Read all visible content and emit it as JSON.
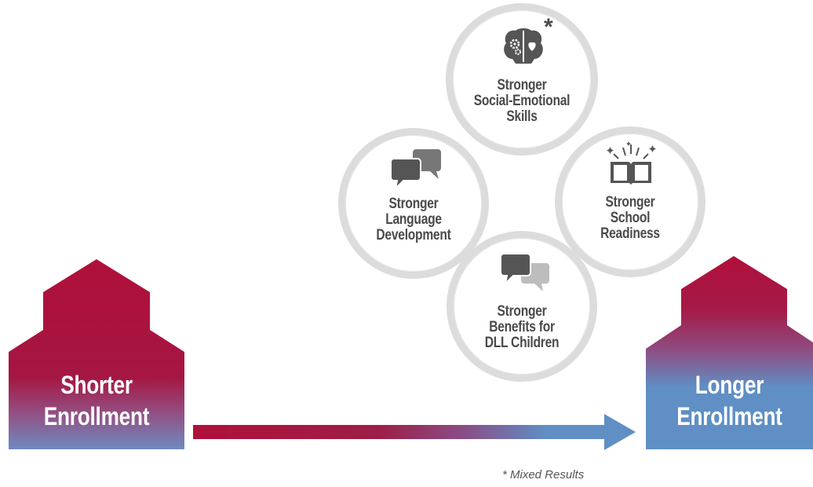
{
  "houses": {
    "left": {
      "line1": "Shorter",
      "line2": "Enrollment"
    },
    "right": {
      "line1": "Longer",
      "line2": "Enrollment"
    }
  },
  "circles": {
    "top": {
      "lines": [
        "Stronger",
        "Social-Emotional",
        "Skills"
      ],
      "icon": "brain-gears-heart-icon"
    },
    "left": {
      "lines": [
        "Stronger",
        "Language",
        "Development"
      ],
      "icon": "speech-bubbles-icon"
    },
    "right": {
      "lines": [
        "Stronger",
        "School",
        "Readiness"
      ],
      "icon": "open-book-icon"
    },
    "bottom": {
      "lines": [
        "Stronger",
        "Benefits for",
        "DLL Children"
      ],
      "icon": "speech-bubbles-icon"
    }
  },
  "asterisk": "*",
  "footnote": "* Mixed Results",
  "colors": {
    "red": "#b0103a",
    "blue": "#5f8fc4",
    "icon_dark": "#555555",
    "icon_light": "#bdbdbd",
    "ring": "#dcdcdc"
  }
}
